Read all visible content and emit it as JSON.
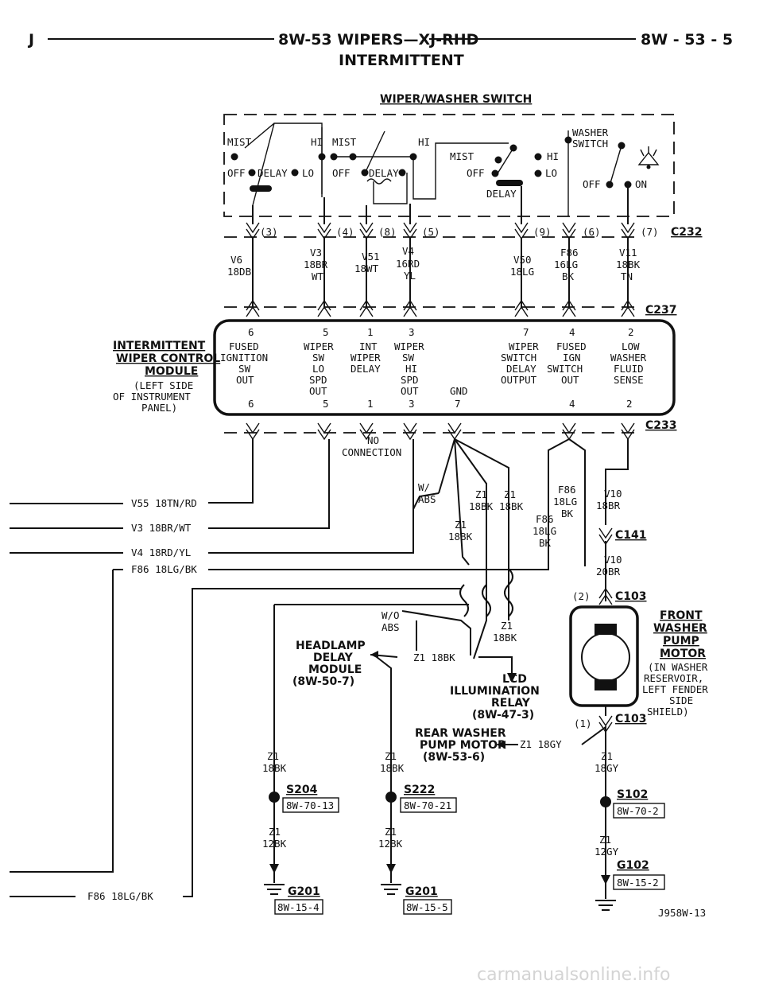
{
  "header": {
    "left": "J",
    "title": "8W-53 WIPERS—XJ-RHD",
    "subtitle": "INTERMITTENT",
    "page": "8W - 53 - 5"
  },
  "switch": {
    "title": "WIPER/WASHER SWITCH",
    "connector": "C232",
    "labels": {
      "mist1": "MIST",
      "hi1": "HI",
      "off1": "OFF",
      "delay1": "DELAY",
      "lo1": "LO",
      "mist2": "MIST",
      "hi2": "HI",
      "off2": "OFF",
      "delay2": "DELAY",
      "mist3": "MIST",
      "hi3": "HI",
      "off3": "OFF",
      "lo3": "LO",
      "delay3": "DELAY",
      "washer_switch_1": "WASHER",
      "washer_switch_2": "SWITCH",
      "off4": "OFF",
      "on4": "ON"
    },
    "pins": [
      "(3)",
      "(4)",
      "(8)",
      "(5)",
      "(9)",
      "(6)",
      "(7)"
    ]
  },
  "switch_wires": [
    {
      "code": "V6",
      "gauge": "18DB"
    },
    {
      "code": "V3",
      "gauge": "18BR",
      "color2": "WT"
    },
    {
      "code": "V51",
      "gauge": "18WT"
    },
    {
      "code": "V4",
      "gauge": "16RD",
      "color2": "YL"
    },
    {
      "code": "V50",
      "gauge": "18LG"
    },
    {
      "code": "F86",
      "gauge": "16LG",
      "color2": "BK"
    },
    {
      "code": "V11",
      "gauge": "18BK",
      "color2": "TN"
    }
  ],
  "connector_c237": "C237",
  "module": {
    "name_1": "INTERMITTENT",
    "name_2": "WIPER CONTROL",
    "name_3": "MODULE",
    "loc_1": "(LEFT SIDE",
    "loc_2": "OF INSTRUMENT",
    "loc_3": "PANEL)",
    "top_pins": [
      "6",
      "5",
      "1",
      "3",
      "7",
      "4",
      "2"
    ],
    "bottom_pins": [
      "6",
      "5",
      "1",
      "3",
      "7",
      "4",
      "2"
    ],
    "functions": [
      [
        "FUSED",
        "IGNITION",
        "SW",
        "OUT"
      ],
      [
        "WIPER",
        "SW",
        "LO",
        "SPD",
        "OUT"
      ],
      [
        "INT",
        "WIPER",
        "DELAY"
      ],
      [
        "WIPER",
        "SW",
        "HI",
        "SPD",
        "OUT"
      ],
      [
        "GND"
      ],
      [
        "WIPER",
        "SWITCH",
        "DELAY",
        "OUTPUT"
      ],
      [
        "FUSED",
        "IGN",
        "SWITCH",
        "OUT"
      ],
      [
        "LOW",
        "WASHER",
        "FLUID",
        "SENSE"
      ]
    ]
  },
  "connector_c233": "C233",
  "no_connection_1": "NO",
  "no_connection_2": "CONNECTION",
  "left_wires": [
    "V55 18TN/RD",
    "V3 18BR/WT",
    "V4 18RD/YL",
    "F86 18LG/BK"
  ],
  "ground_wires": {
    "w_abs_1": "W/",
    "w_abs_2": "ABS",
    "z1_a": "Z1",
    "z1_a_g": "18BK",
    "z1_b": "Z1",
    "z1_b_g": "18BK",
    "z1_c": "Z1",
    "z1_c_g": "18BK",
    "f86_a": "F86",
    "f86_a_g": "18LG",
    "f86_a_c": "BK",
    "f86_b": "F86",
    "f86_b_g": "18LG",
    "f86_b_c": "BK",
    "v10_a": "V10",
    "v10_a_g": "18BR",
    "c141": "C141",
    "v10_b": "V10",
    "v10_b_g": "20BR"
  },
  "pump": {
    "c103_top": "C103",
    "pin_top": "(2)",
    "c103_bot": "C103",
    "pin_bot": "(1)",
    "name_1": "FRONT",
    "name_2": "WASHER",
    "name_3": "PUMP",
    "name_4": "MOTOR",
    "loc_1": "(IN WASHER",
    "loc_2": "RESERVOIR,",
    "loc_3": "LEFT FENDER",
    "loc_4": "SIDE",
    "loc_5": "SHIELD)"
  },
  "lower": {
    "wo_abs_1": "W/O",
    "wo_abs_2": "ABS",
    "z1_d": "Z1",
    "z1_d_g": "18BK",
    "headlamp_1": "HEADLAMP",
    "headlamp_2": "DELAY",
    "headlamp_3": "MODULE",
    "headlamp_4": "(8W-50-7)",
    "z1_hd": "Z1 18BK",
    "lcd_1": "LCD",
    "lcd_2": "ILLUMINATION",
    "lcd_3": "RELAY",
    "lcd_4": "(8W-47-3)",
    "rear_1": "REAR WASHER",
    "rear_2": "PUMP MOTOR",
    "rear_3": "(8W-53-6)",
    "z1_rear": "Z1 18GY",
    "z1_e": "Z1",
    "z1_e_g": "18BK",
    "z1_f": "Z1",
    "z1_f_g": "18BK",
    "z1_g": "Z1",
    "z1_g_g": "18GY",
    "s204": "S204",
    "s204_ref": "8W-70-13",
    "s222": "S222",
    "s222_ref": "8W-70-21",
    "s102": "S102",
    "s102_ref": "8W-70-2",
    "z1_h": "Z1",
    "z1_h_g": "12BK",
    "z1_i": "Z1",
    "z1_i_g": "12BK",
    "z1_j": "Z1",
    "z1_j_g": "12GY",
    "g201_a": "G201",
    "g201_a_ref": "8W-15-4",
    "g201_b": "G201",
    "g201_b_ref": "8W-15-5",
    "g102": "G102",
    "g102_ref": "8W-15-2",
    "f86_bottom": "F86 18LG/BK",
    "fig_id": "J958W-13"
  },
  "watermark": "carmanualsonline.info"
}
